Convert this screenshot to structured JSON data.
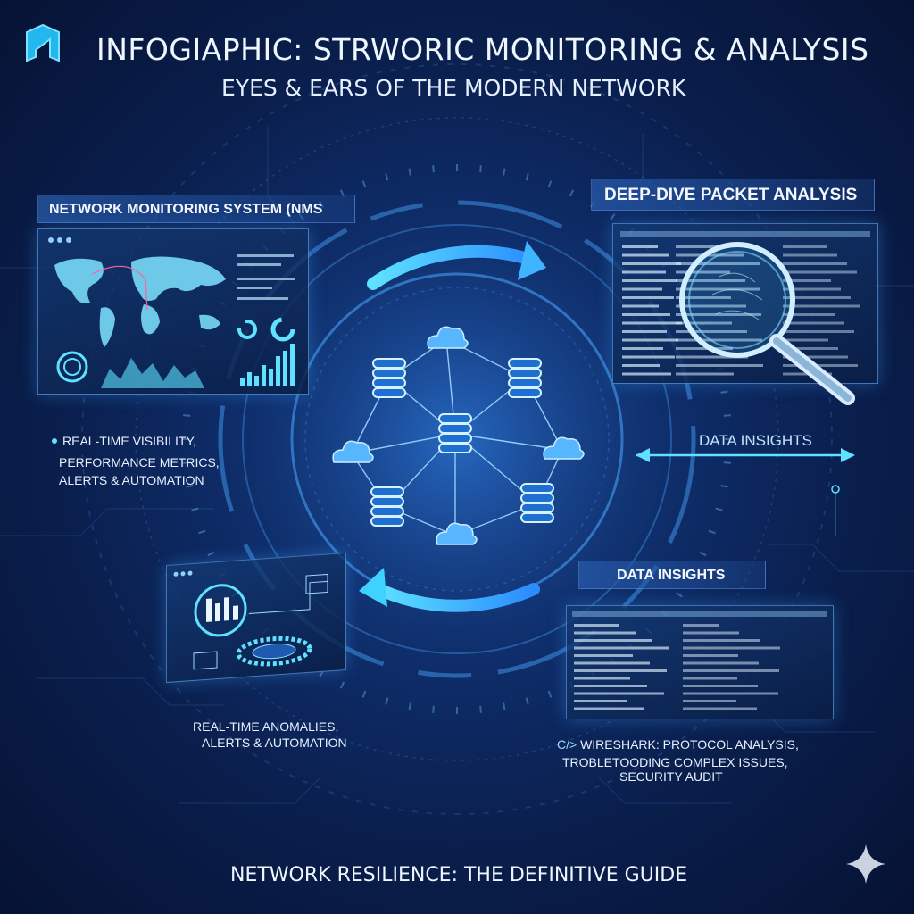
{
  "header": {
    "title": "INFOGIAPHIC: STRWORIC MONITORING & ANALYSIS",
    "subtitle": "EYES & EARS OF THE MODERN NETWORK",
    "logo_icon": "n-logo-icon"
  },
  "nms": {
    "label": "NETWORK MONITORING SYSTEM (NMS",
    "bullet_line1": "REAL-TIME VISIBILITY,",
    "bullet_line2": "PERFORMANCE METRICS,",
    "bullet_line3": "ALERTS & AUTOMATION"
  },
  "deep_dive": {
    "label": "DEEP-DIVE PACKET ANALYSIS"
  },
  "insights": {
    "arrow_label": "DATA INSIGHTS",
    "panel_label": "DATA INSIGHTS"
  },
  "anomalies": {
    "line1": "REAL-TIME ANOMALIES,",
    "line2": "ALERTS & AUTOMATION"
  },
  "wireshark": {
    "prefix": "C/>",
    "line1": "WIRESHARK: PROTOCOL ANALYSIS,",
    "line2": "TROBLETOODING COMPLEX ISSUES,",
    "line3": "SECURITY AUDIT"
  },
  "footer": {
    "title": "NETWORK RESILIENCE: THE DEFINITIVE GUIDE",
    "sparkle_icon": "sparkle-icon"
  },
  "colors": {
    "accent": "#3fd2ff",
    "glow": "#4fb8ff",
    "bg_dark": "#061233",
    "bg_mid": "#0f2f6e"
  }
}
